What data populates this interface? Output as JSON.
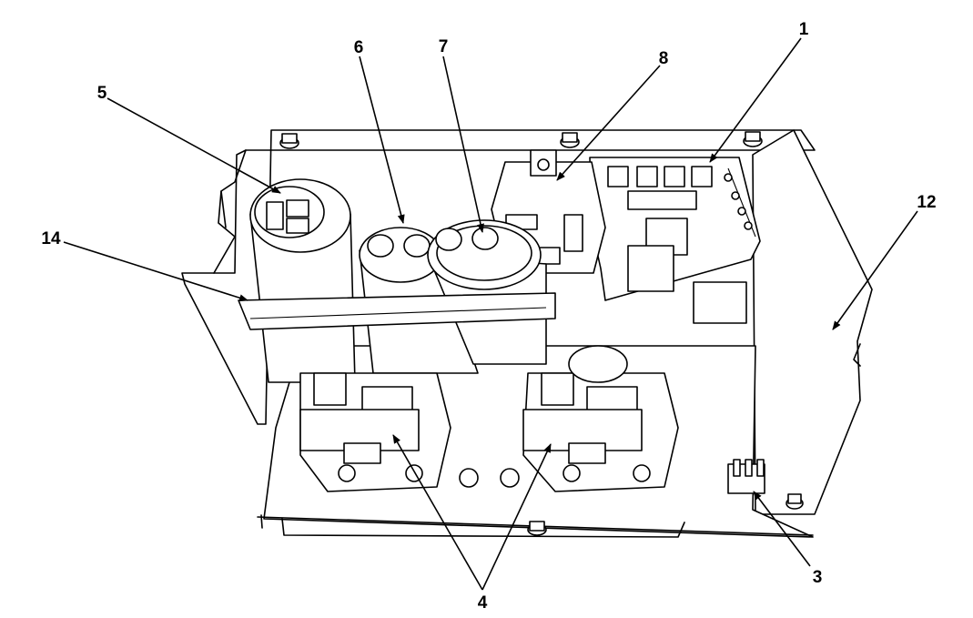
{
  "callouts": {
    "c1": "1",
    "c3": "3",
    "c4": "4",
    "c5": "5",
    "c6": "6",
    "c7": "7",
    "c8": "8",
    "c12": "12",
    "c14": "14"
  },
  "colors": {
    "line": "#000000",
    "background": "#ffffff"
  }
}
